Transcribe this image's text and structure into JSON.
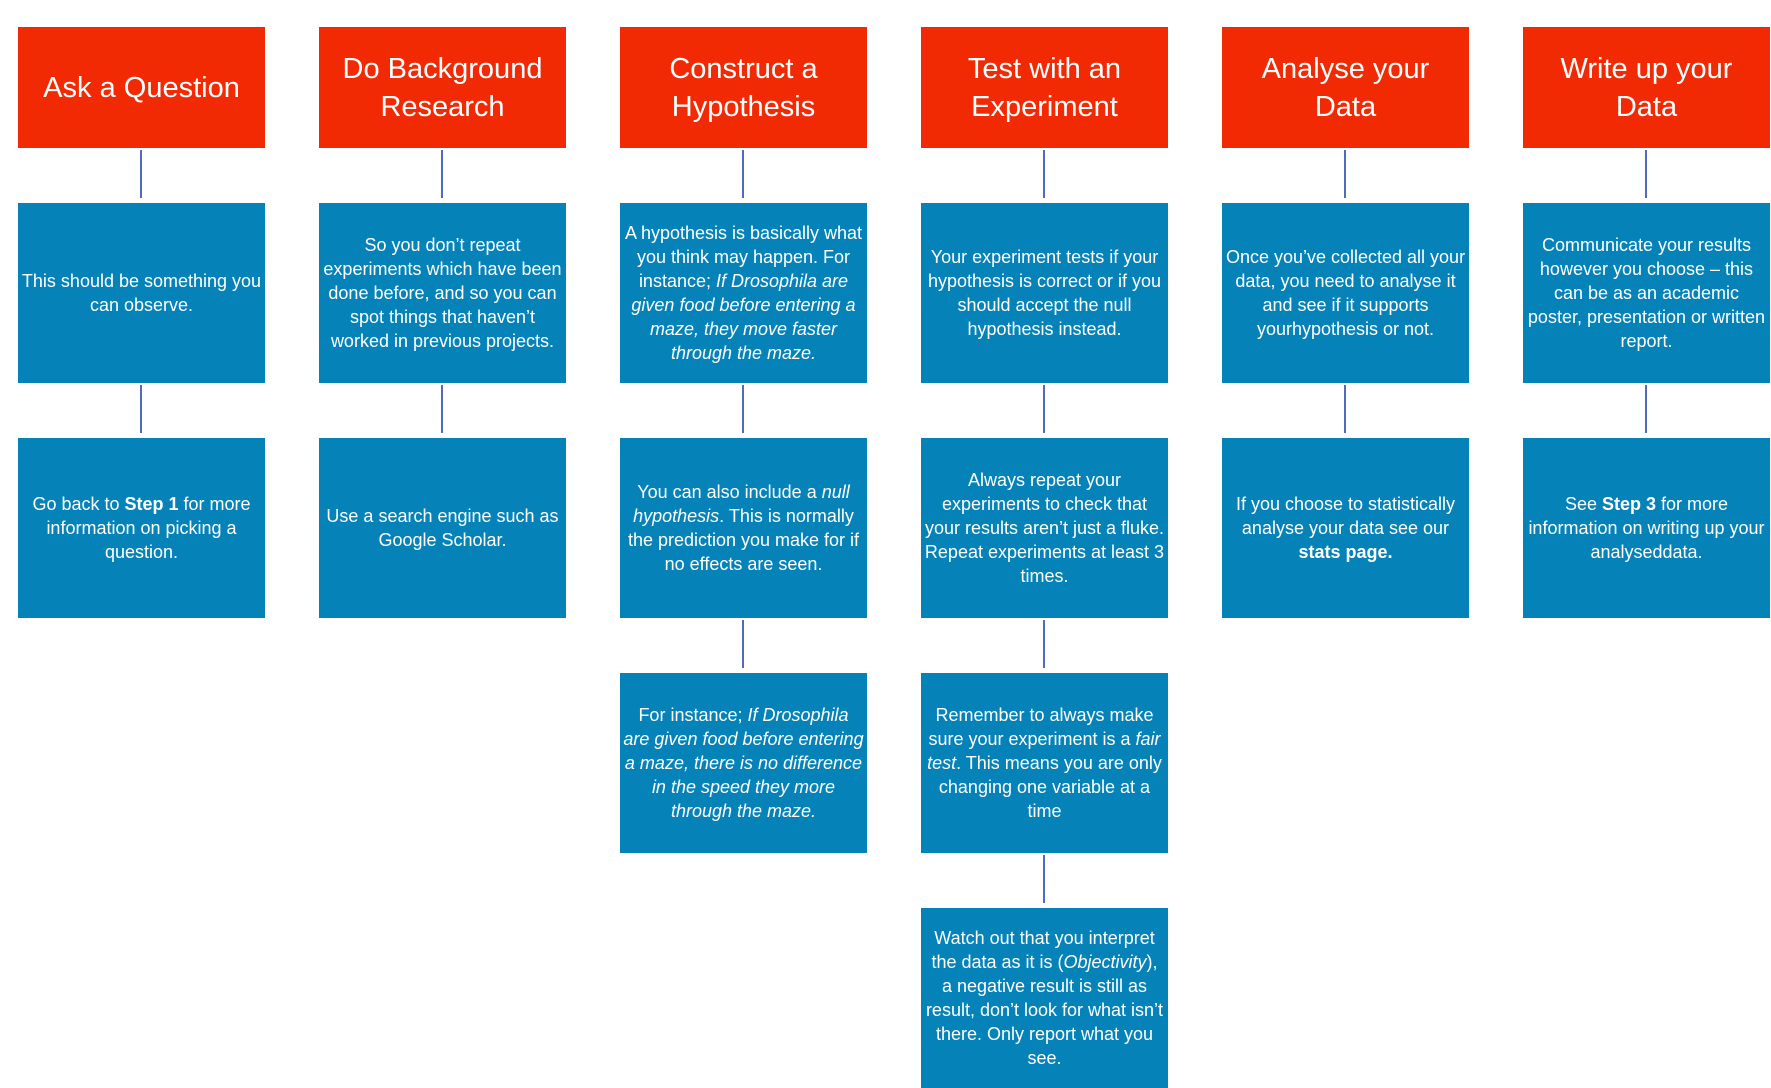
{
  "columns": [
    {
      "title": "Ask a Question",
      "boxes": [
        {
          "a": "This should be something you can observe."
        },
        {
          "a": "Go back to ",
          "b": "Step 1",
          "c": " for more information on picking a question."
        }
      ]
    },
    {
      "title": "Do Background Research",
      "boxes": [
        {
          "a": "So you don’t repeat experiments which have been done before, and so you can  spot things that haven’t worked in previous projects."
        },
        {
          "a": "Use a search engine such as Google Scholar."
        }
      ]
    },
    {
      "title": "Construct a Hypothesis",
      "boxes": [
        {
          "a": "A hypothesis is basically what you think may happen. For instance; ",
          "i": "If Drosophila are given food before entering a maze, they move faster through the maze."
        },
        {
          "a": "You can also include a ",
          "i": "null hypothesis",
          "c": ". This is normally the prediction you make for if no effects are seen."
        },
        {
          "a": "For instance; ",
          "i": "If Drosophila are given food before entering a maze, there is no difference in the speed they more through the maze."
        }
      ]
    },
    {
      "title": "Test with an Experiment",
      "boxes": [
        {
          "a": "Your experiment tests if your hypothesis is correct or if you should accept the null hypothesis instead."
        },
        {
          "a": "Always repeat your experiments to check that your results aren’t just a fluke. Repeat experiments at least 3 times."
        },
        {
          "a": "Remember to always make sure your experiment is a ",
          "i": "fair test",
          "c": ". This means you are only changing one variable at a time"
        },
        {
          "a": "Watch out that you interpret the data as it is (",
          "i": "Objectivity",
          "c": "), a negative result is still as result, don’t look for what isn’t there. Only report what you see."
        }
      ]
    },
    {
      "title": "Analyse your Data",
      "boxes": [
        {
          "a": "Once you’ve collected all your data, you need to analyse it and see if it supports yourhypothesis or not."
        },
        {
          "a": "If you choose to statistically analyse your data see our ",
          "b": "stats page",
          "c": "."
        }
      ]
    },
    {
      "title": "Write up your Data",
      "boxes": [
        {
          "a": "Communicate your results however you choose – this can be as an academic poster, presentation or written report."
        },
        {
          "a": "See ",
          "b": "Step 3",
          "c": " for more information on writing up your analyseddata."
        }
      ]
    }
  ],
  "colors": {
    "header": "#f22a04",
    "box": "#0583b9",
    "connector": "#4f6bc1"
  }
}
